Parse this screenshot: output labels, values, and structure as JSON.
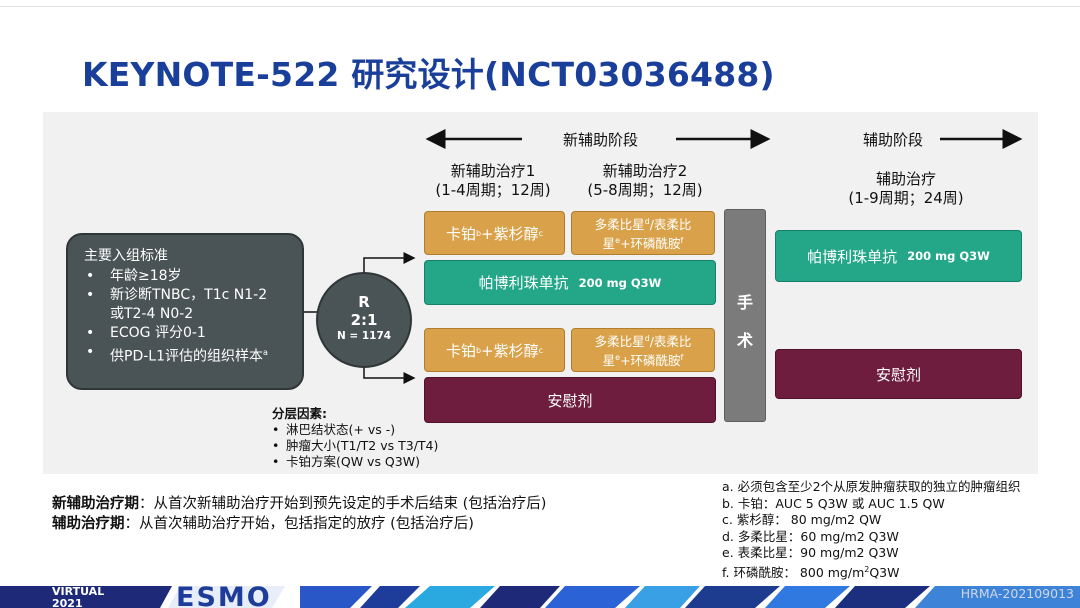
{
  "title": "KEYNOTE-522 研究设计(NCT03036488)",
  "phases": {
    "neoadjuvant": "新辅助阶段",
    "adjuvant": "辅助阶段"
  },
  "subheads": {
    "neo1_line1": "新辅助治疗1",
    "neo1_line2": "(1-4周期；12周)",
    "neo2_line1": "新辅助治疗2",
    "neo2_line2": "(5-8周期；12周)",
    "adj_line1": "辅助治疗",
    "adj_line2": "(1-9周期；24周)"
  },
  "criteria": {
    "heading": "主要入组标准",
    "items": [
      "年龄≥18岁",
      "新诊断TNBC，T1c N1-2",
      "或T2-4 N0-2",
      "ECOG 评分0-1",
      "供PD-L1评估的组织样本"
    ],
    "item5_sup": "a"
  },
  "randomization": {
    "letter": "R",
    "ratio": "2:1",
    "n": "N = 1174"
  },
  "arms": {
    "carbo_pac_a": "卡铂",
    "carbo_pac_b": "+紫杉醇",
    "carbo_sup": "b",
    "pac_sup": "c",
    "chemo2_line1_a": "多柔比星",
    "chemo2_line1_b": "/表柔比",
    "chemo2_line2_a": "星",
    "chemo2_line2_b": "+环磷酰胺",
    "dox_sup": "d",
    "epi_sup": "e",
    "cyc_sup": "f",
    "pembro": "帕博利珠单抗",
    "pembro_dose": "200 mg Q3W",
    "placebo": "安慰剂"
  },
  "surgery": {
    "char1": "手",
    "char2": "术"
  },
  "stratification": {
    "heading": "分层因素:",
    "items": [
      "淋巴结状态(+ vs -)",
      "肿瘤大小(T1/T2 vs T3/T4)",
      "卡铂方案(QW vs Q3W)"
    ]
  },
  "definitions": {
    "neo_label": "新辅助治疗期",
    "neo_text": "：从首次新辅助治疗开始到预先设定的手术后结束 (包括治疗后)",
    "adj_label": "辅助治疗期",
    "adj_text": "：从首次辅助治疗开始，包括指定的放疗 (包括治疗后)"
  },
  "footnotes": [
    "a.  必须包含至少2个从原发肿瘤获取的独立的肿瘤组织",
    "b.  卡铂：AUC 5 Q3W 或 AUC 1.5 QW",
    "c.  紫杉醇： 80 mg/m2 QW",
    "d.  多柔比星：60 mg/m2 Q3W",
    "e.  表柔比星：90 mg/m2 Q3W",
    "f.   环磷酰胺： 800 mg/m"
  ],
  "footnote_f_tail": "Q3W",
  "footnote_f_sup": "2",
  "banner": {
    "virtual": "VIRTUAL",
    "year": "2021",
    "logo": "ESMO"
  },
  "watermark": "HRMA-202109013",
  "colors": {
    "title": "#1a3f9b",
    "gold": "#d9a24a",
    "teal": "#24a689",
    "maroon": "#6f1d3e",
    "dark": "#4a5355",
    "surgery": "#7b7b7b"
  }
}
